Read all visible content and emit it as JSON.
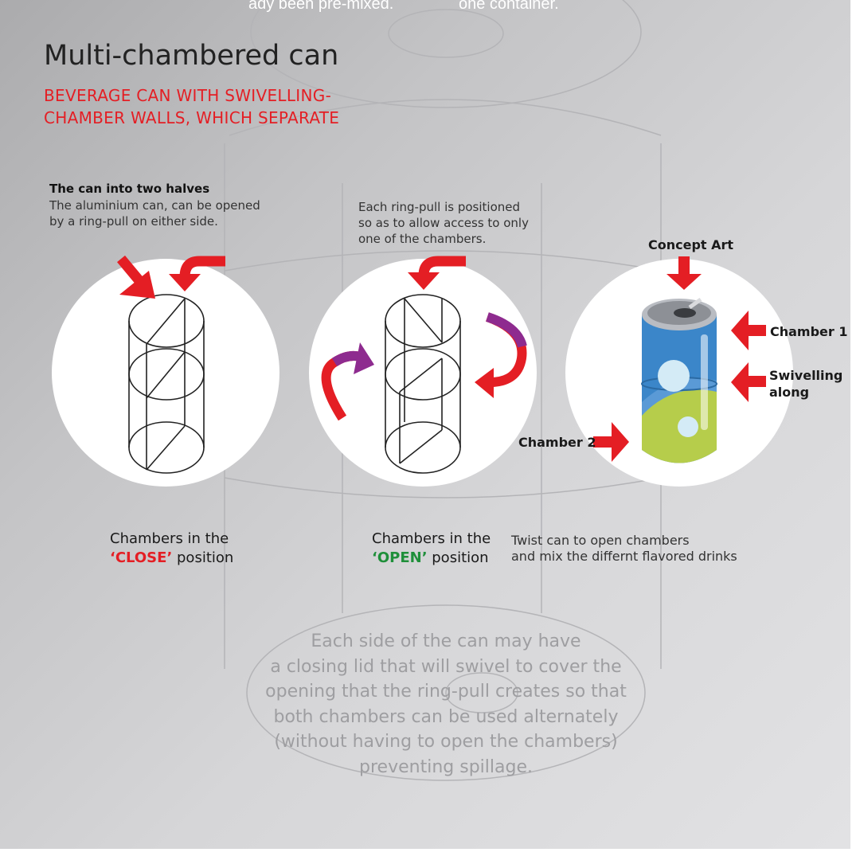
{
  "top_cut": {
    "left": "ady been pre-mixed.",
    "right": "one container."
  },
  "title": "Multi-chambered can",
  "subtitle": {
    "line1": "BEVERAGE CAN WITH SWIVELLING-",
    "line2": "CHAMBER WALLS, WHICH SEPARATE"
  },
  "note1": {
    "heading": "The can into two halves",
    "line1": "The aluminium can, can be opened",
    "line2": "by a ring-pull on either side."
  },
  "note2": {
    "line1": "Each ring-pull is positioned",
    "line2": "so as to allow access to only",
    "line3": "one of the chambers."
  },
  "concept": {
    "title": "Concept Art",
    "chamber1": "Chamber 1",
    "swivel_line1": "Swivelling",
    "swivel_line2": "along",
    "chamber2": "Chamber 2"
  },
  "caption_close": {
    "line1": "Chambers in the",
    "word": "‘CLOSE’",
    "rest": " position"
  },
  "caption_open": {
    "line1": "Chambers in the",
    "word": "‘OPEN’",
    "rest": " position"
  },
  "twist": {
    "line1": "Twist can to open chambers",
    "line2": "and mix the differnt flavored drinks"
  },
  "bottom": {
    "line1": "Each side of the can may have",
    "line2": "a closing lid that will swivel to cover the",
    "line3": "opening that the ring-pull creates so that",
    "line4": "both chambers can be used alternately",
    "line5": "(without having to open the chambers)",
    "line6": "preventing spillage."
  },
  "colors": {
    "accent_red": "#e41e24",
    "purple": "#8e2b8f",
    "open_green": "#1f8f3a"
  },
  "icons": [
    "red-arrow-icon",
    "purple-arrow-icon",
    "cylinder-diagram-icon",
    "soda-can-icon"
  ]
}
